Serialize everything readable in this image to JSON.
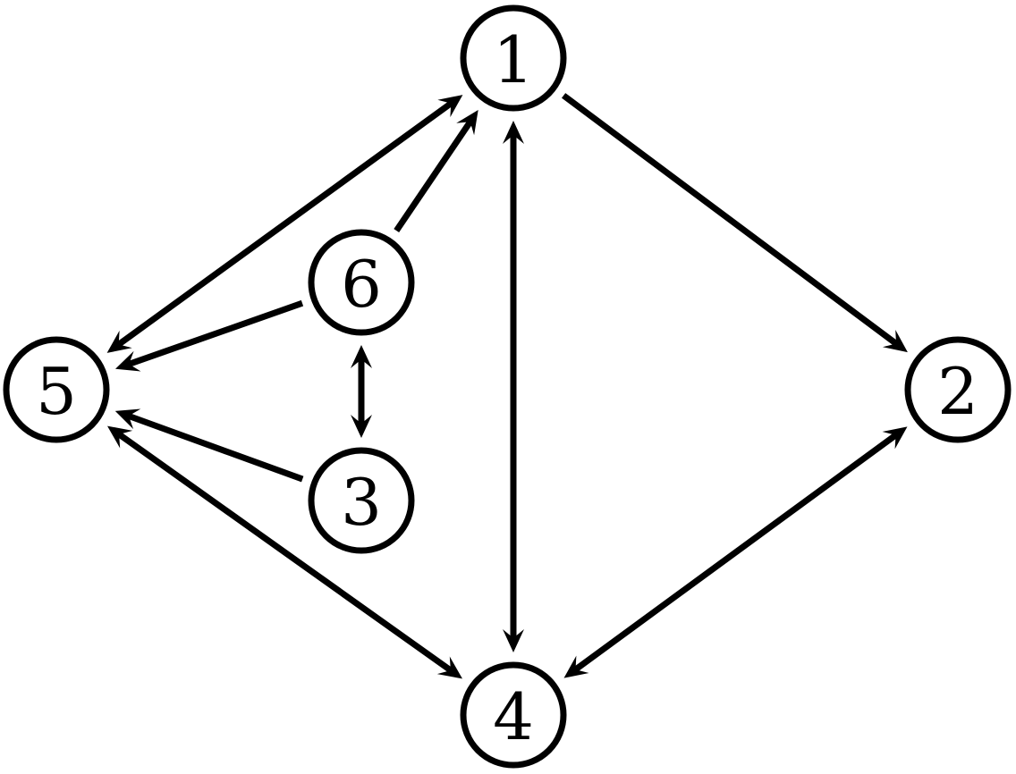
{
  "graph": {
    "nodes": [
      {
        "id": "1",
        "label": "1"
      },
      {
        "id": "2",
        "label": "2"
      },
      {
        "id": "3",
        "label": "3"
      },
      {
        "id": "4",
        "label": "4"
      },
      {
        "id": "5",
        "label": "5"
      },
      {
        "id": "6",
        "label": "6"
      }
    ],
    "edges": [
      {
        "from": "1",
        "to": "2",
        "direction": "forward"
      },
      {
        "from": "1",
        "to": "4",
        "direction": "both"
      },
      {
        "from": "1",
        "to": "5",
        "direction": "both"
      },
      {
        "from": "6",
        "to": "1",
        "direction": "forward"
      },
      {
        "from": "6",
        "to": "5",
        "direction": "forward"
      },
      {
        "from": "6",
        "to": "3",
        "direction": "both"
      },
      {
        "from": "3",
        "to": "5",
        "direction": "forward"
      },
      {
        "from": "5",
        "to": "4",
        "direction": "both"
      },
      {
        "from": "2",
        "to": "4",
        "direction": "both"
      }
    ]
  }
}
